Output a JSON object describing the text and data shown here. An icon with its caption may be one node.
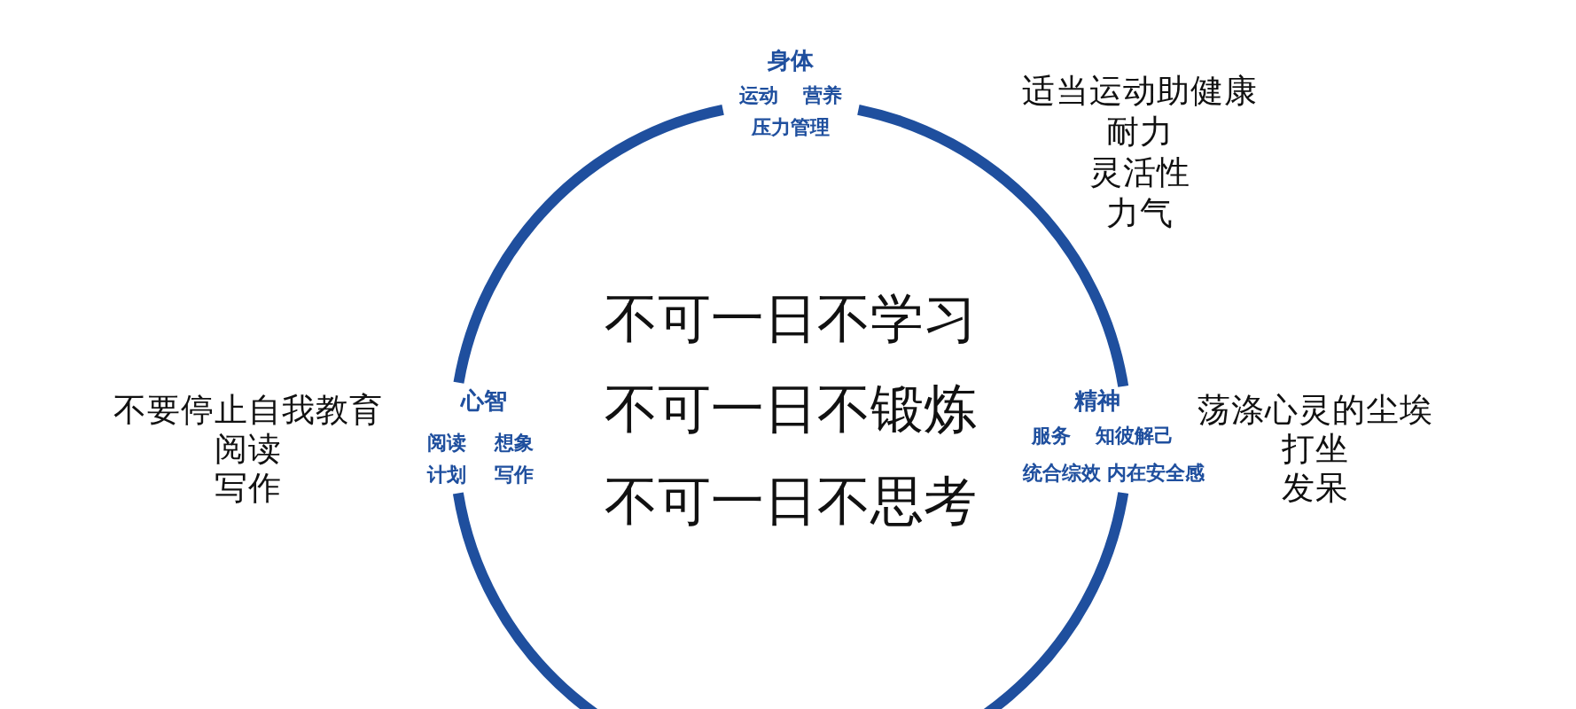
{
  "diagram": {
    "nodes": [
      {
        "text": [
          "身体",
          "运动",
          "营养",
          "压力管理"
        ],
        "beside": [
          "适当运动助健康",
          "耐力",
          "灵活性",
          "力气"
        ]
      },
      {
        "text": [
          "心智",
          "阅读",
          "想象",
          "计划",
          "写作"
        ],
        "beside": [
          "不要停止自我教育",
          "阅读",
          "写作"
        ]
      },
      {
        "text": [
          "精神",
          "服务",
          "知彼解己",
          "统合综效",
          "内在安全感"
        ],
        "beside": [
          "荡涤心灵的尘埃",
          "打坐",
          "发呆"
        ]
      }
    ],
    "edges": [
      {
        "from": 0,
        "to": 2,
        "arrow": "none"
      },
      {
        "from": 2,
        "to": 1,
        "arrow": "none"
      },
      {
        "from": 1,
        "to": 0,
        "arrow": "none"
      }
    ],
    "labels": [
      "不可一日不学习",
      "不可一日不锻炼",
      "不可一日不思考"
    ]
  }
}
